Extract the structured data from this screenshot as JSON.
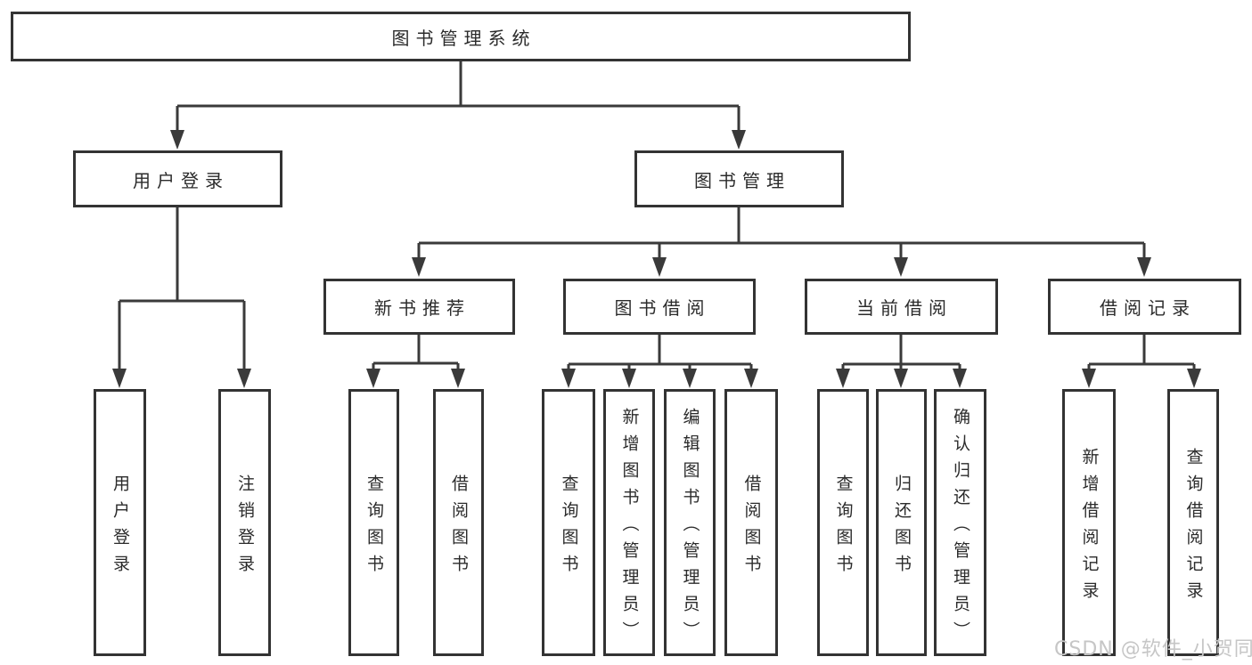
{
  "tree": {
    "label": "图书管理系统",
    "children": [
      {
        "label": "用户登录",
        "children": [
          {
            "label": "用户登录"
          },
          {
            "label": "注销登录"
          }
        ]
      },
      {
        "label": "图书管理",
        "children": [
          {
            "label": "新书推荐",
            "children": [
              {
                "label": "查询图书"
              },
              {
                "label": "借阅图书"
              }
            ]
          },
          {
            "label": "图书借阅",
            "children": [
              {
                "label": "查询图书"
              },
              {
                "label": "新增图书（管理员）"
              },
              {
                "label": "编辑图书（管理员）"
              },
              {
                "label": "借阅图书"
              }
            ]
          },
          {
            "label": "当前借阅",
            "children": [
              {
                "label": "查询图书"
              },
              {
                "label": "归还图书"
              },
              {
                "label": "确认归还（管理员）"
              }
            ]
          },
          {
            "label": "借阅记录",
            "children": [
              {
                "label": "新增借阅记录"
              },
              {
                "label": "查询借阅记录"
              }
            ]
          }
        ]
      }
    ]
  },
  "watermark": {
    "text": "CSDN @软件_小贺同学"
  },
  "colors": {
    "line": "#3a3a3a",
    "box_border": "#333333",
    "text": "#2b2b2b",
    "watermark": "#c6c6c6",
    "background": "#ffffff"
  }
}
